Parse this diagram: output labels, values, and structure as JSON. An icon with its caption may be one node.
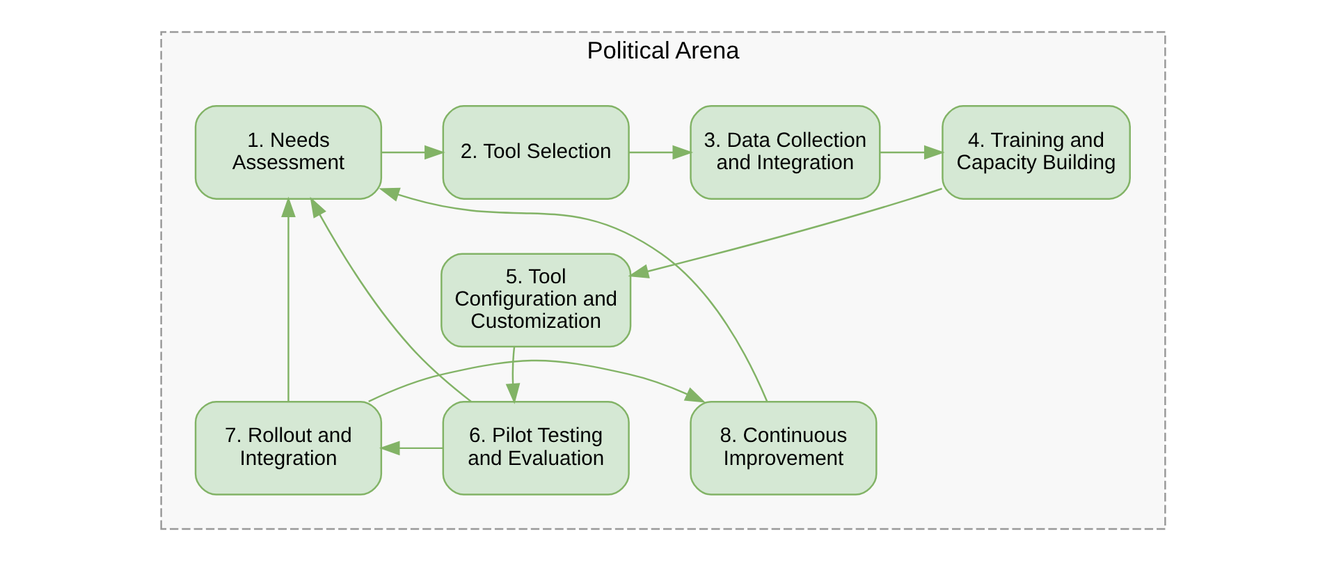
{
  "diagram": {
    "nodes": [
      {
        "text": [
          "Political Arena"
        ]
      },
      {
        "text": [
          "1. Needs Assessment"
        ],
        "in": 0
      },
      {
        "text": [
          "2. Tool Selection"
        ],
        "in": 0
      },
      {
        "text": [
          "3. Data Collection and Integration"
        ],
        "in": 0
      },
      {
        "text": [
          "4. Training and Capacity Building"
        ],
        "in": 0
      },
      {
        "text": [
          "5. Tool Configuration and Customization"
        ],
        "in": 0
      },
      {
        "text": [
          "6. Pilot Testing and Evaluation"
        ],
        "in": 0
      },
      {
        "text": [
          "7. Rollout and Integration"
        ],
        "in": 0
      },
      {
        "text": [
          "8. Continuous Improvement"
        ],
        "in": 0
      }
    ],
    "edges": [
      {
        "from": 1,
        "to": 2,
        "arrow": "to"
      },
      {
        "from": 2,
        "to": 3,
        "arrow": "to"
      },
      {
        "from": 3,
        "to": 4,
        "arrow": "to"
      },
      {
        "from": 4,
        "to": 5,
        "arrow": "to"
      },
      {
        "from": 5,
        "to": 6,
        "arrow": "to"
      },
      {
        "from": 6,
        "to": 7,
        "arrow": "to"
      },
      {
        "from": 7,
        "to": 8,
        "arrow": "to"
      },
      {
        "from": 8,
        "to": 1,
        "arrow": "to"
      },
      {
        "from": 7,
        "to": 1,
        "arrow": "to"
      },
      {
        "from": 6,
        "to": 1,
        "arrow": "to"
      }
    ]
  }
}
